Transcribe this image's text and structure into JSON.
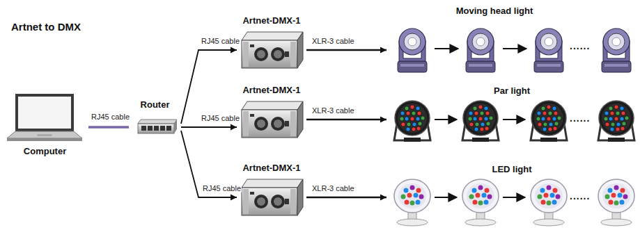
{
  "diagram": {
    "title": "Artnet to DMX",
    "nodes": [
      {
        "text": [
          "Computer"
        ]
      },
      {
        "text": [
          "Router"
        ]
      },
      {
        "text": [
          "Artnet-DMX-1"
        ]
      },
      {
        "text": [
          "Artnet-DMX-1"
        ]
      },
      {
        "text": [
          "Artnet-DMX-1"
        ]
      },
      {
        "text": [
          "Moving head light"
        ]
      },
      {
        "text": [
          "Par light"
        ]
      },
      {
        "text": [
          "LED light"
        ]
      }
    ],
    "edges": [
      {
        "from": 0,
        "to": 1,
        "label": "RJ45 cable",
        "arrow": "none"
      },
      {
        "from": 1,
        "to": 2,
        "label": "RJ45 cable",
        "arrow": "to"
      },
      {
        "from": 1,
        "to": 3,
        "label": "RJ45 cable",
        "arrow": "to"
      },
      {
        "from": 1,
        "to": 4,
        "label": "RJ45 cable",
        "arrow": "to"
      },
      {
        "from": 2,
        "to": 5,
        "label": "XLR-3 cable",
        "arrow": "to"
      },
      {
        "from": 3,
        "to": 6,
        "label": "XLR-3 cable",
        "arrow": "to"
      },
      {
        "from": 4,
        "to": 7,
        "label": "XLR-3 cable",
        "arrow": "to"
      }
    ],
    "labels": [
      "......",
      "......",
      "......"
    ]
  }
}
